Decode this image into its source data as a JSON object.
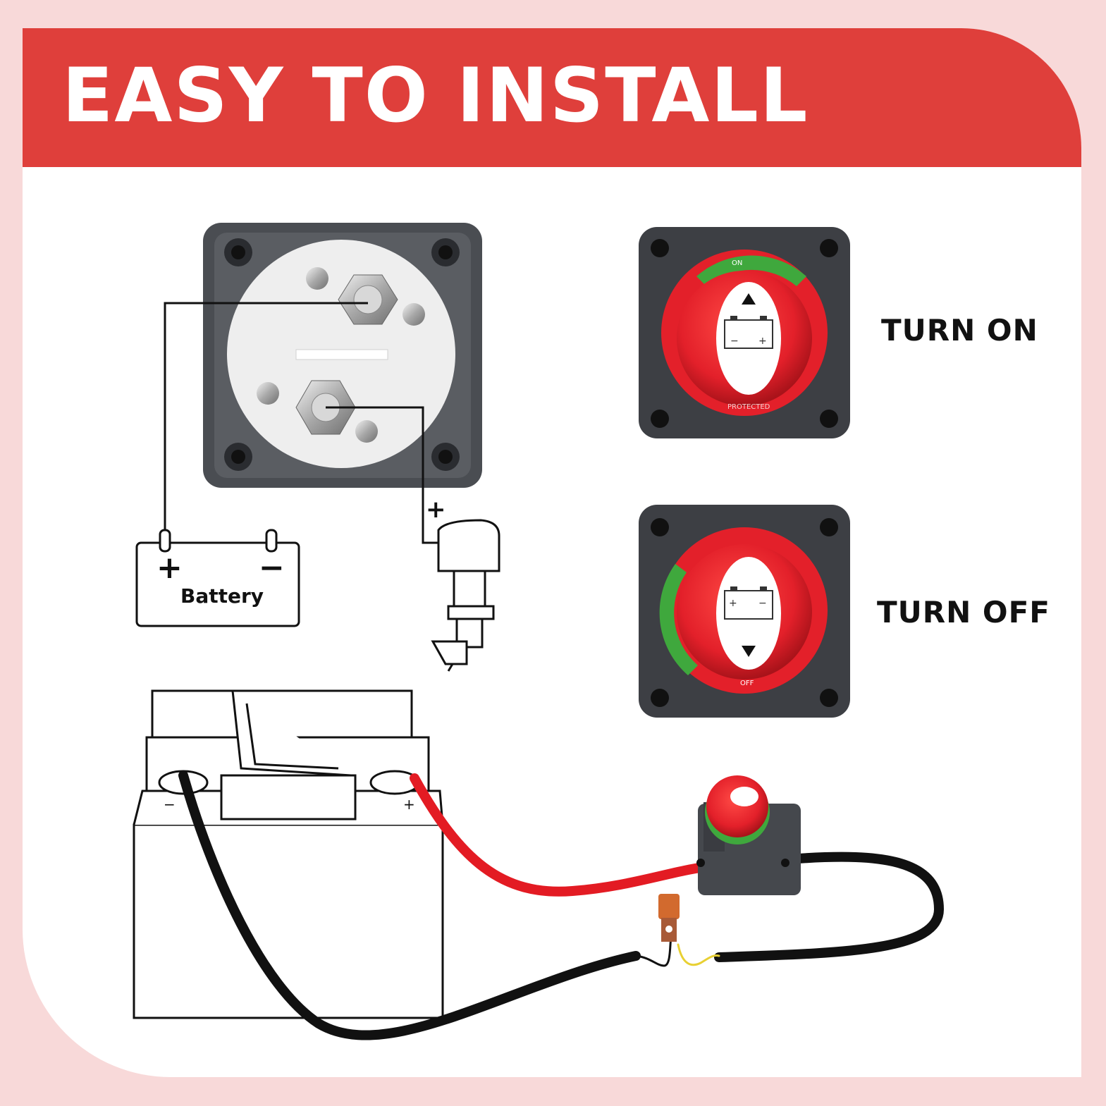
{
  "banner": {
    "title": "EASY TO INSTALL",
    "color": "#df3f3b"
  },
  "diagram": {
    "battery_label": "Battery",
    "battery_plus": "+",
    "battery_minus": "−",
    "motor_plus": "+"
  },
  "switch_states": {
    "on_label": "TURN ON",
    "off_label": "TURN OFF",
    "dial_on_mark": "ON",
    "dial_off_mark": "OFF",
    "dial_brand": "PROTECTED"
  },
  "wiring": {
    "battery_minus": "−",
    "battery_plus": "+"
  },
  "colors": {
    "background": "#f8d9d9",
    "switch_red": "#e3202a",
    "switch_green": "#3fa83d",
    "housing": "#3d3f44",
    "wire_red": "#e31b23",
    "wire_black": "#111111"
  }
}
